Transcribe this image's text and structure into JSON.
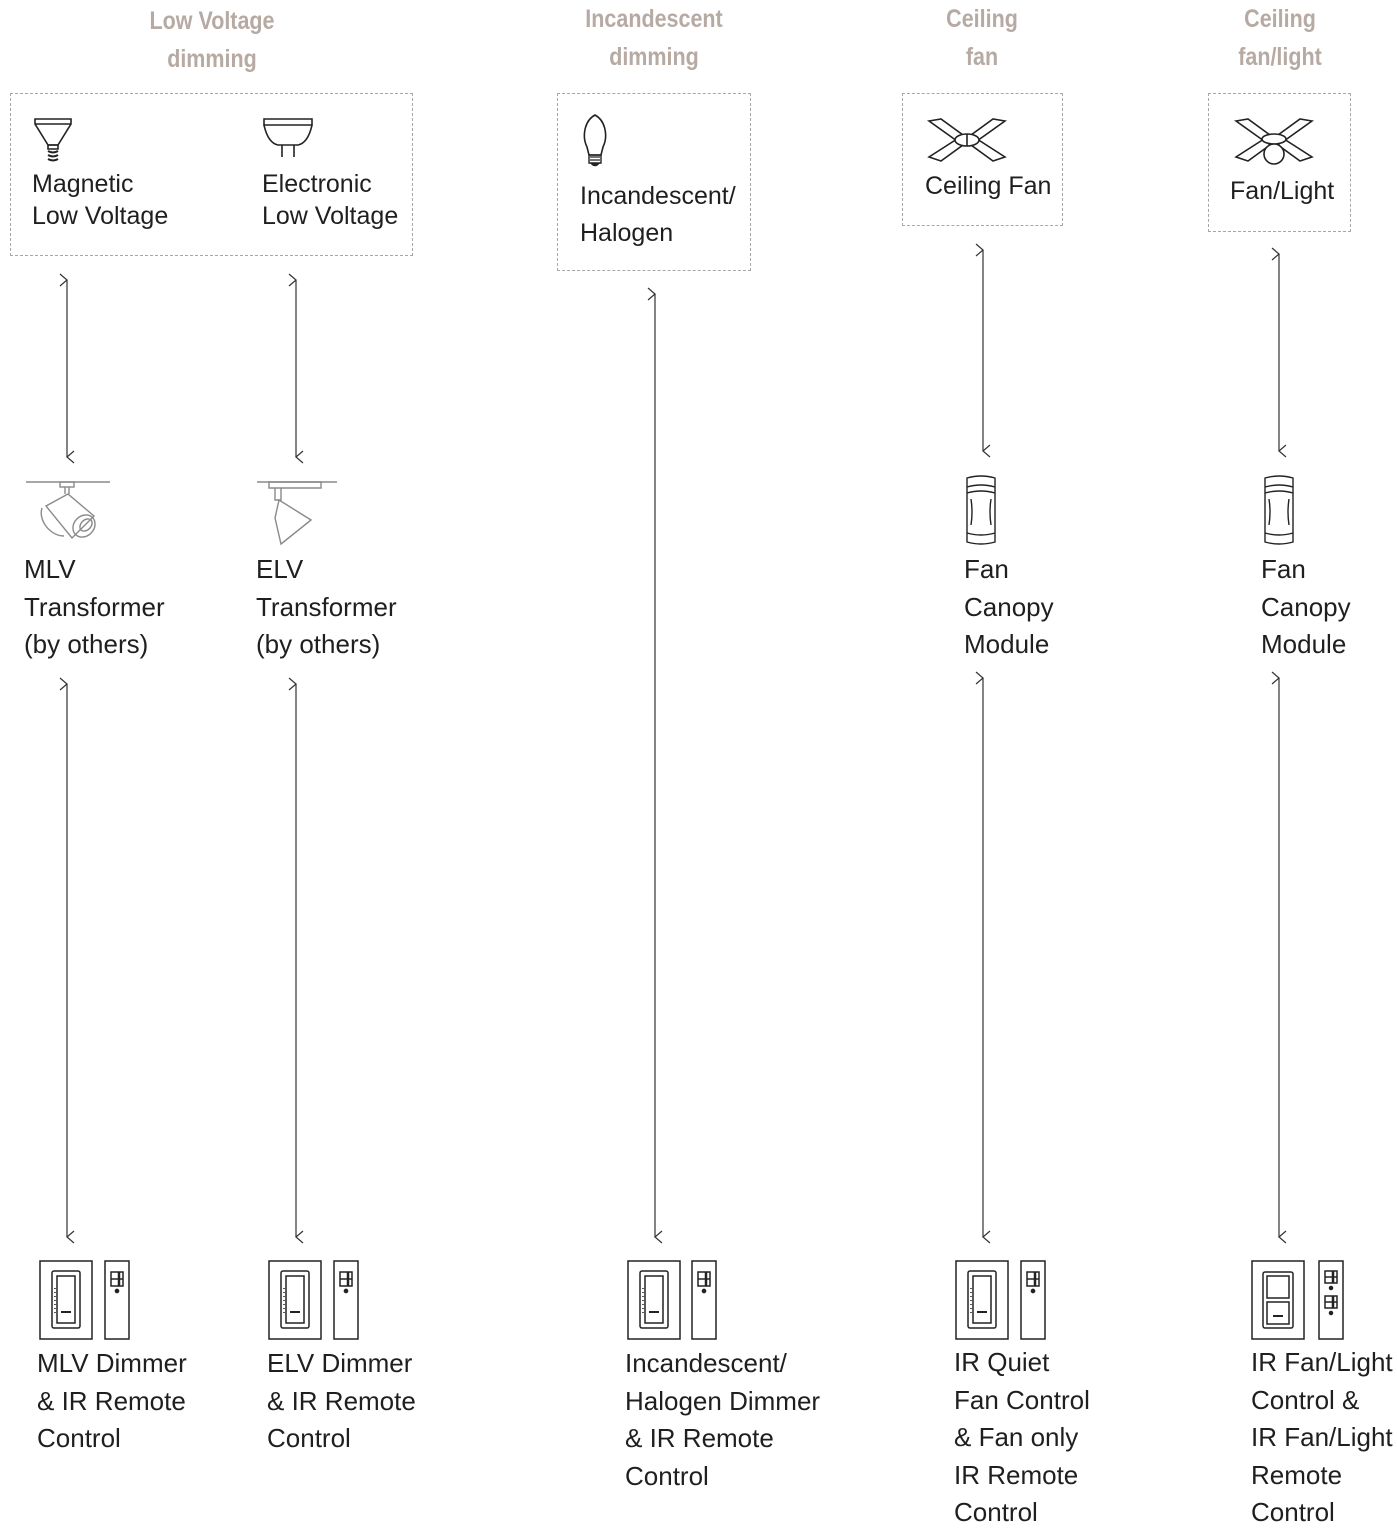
{
  "headings": {
    "low_voltage": "Low Voltage\ndimming",
    "incandescent": "Incandescent\ndimming",
    "ceiling_fan": "Ceiling\nfan",
    "ceiling_fan_light": "Ceiling\nfan/light"
  },
  "loads": {
    "magnetic": "Magnetic\nLow Voltage",
    "electronic": "Electronic\nLow Voltage",
    "incandescent": "Incandescent/\nHalogen",
    "ceiling_fan": "Ceiling Fan",
    "fan_light": "Fan/Light"
  },
  "intermediates": {
    "mlv_transformer": "MLV\nTransformer\n(by others)",
    "elv_transformer": "ELV\nTransformer\n(by others)",
    "fan_canopy_1": "Fan\nCanopy\nModule",
    "fan_canopy_2": "Fan\nCanopy\nModule"
  },
  "controls": {
    "mlv": "MLV Dimmer\n& IR Remote\nControl",
    "elv": "ELV Dimmer\n& IR Remote\nControl",
    "incandescent": "Incandescent/\nHalogen Dimmer\n& IR Remote\nControl",
    "fan": "IR Quiet\nFan Control\n& Fan only\nIR Remote\nControl",
    "fan_light": "IR Fan/Light\nControl &\nIR Fan/Light\nRemote\nControl"
  },
  "colors": {
    "heading": "#b6aaa3",
    "muted_text": "#a9a9a9",
    "line": "#333333",
    "dashed_border": "#a7a7a7"
  },
  "icons": [
    "mr16-bulb-icon",
    "mr16-pin-bulb-icon",
    "a-lamp-bulb-icon",
    "ceiling-fan-icon",
    "fan-light-icon",
    "track-head-icon",
    "track-cone-icon",
    "canopy-module-icon",
    "dimmer-wallplate-icon",
    "ir-remote-icon"
  ]
}
